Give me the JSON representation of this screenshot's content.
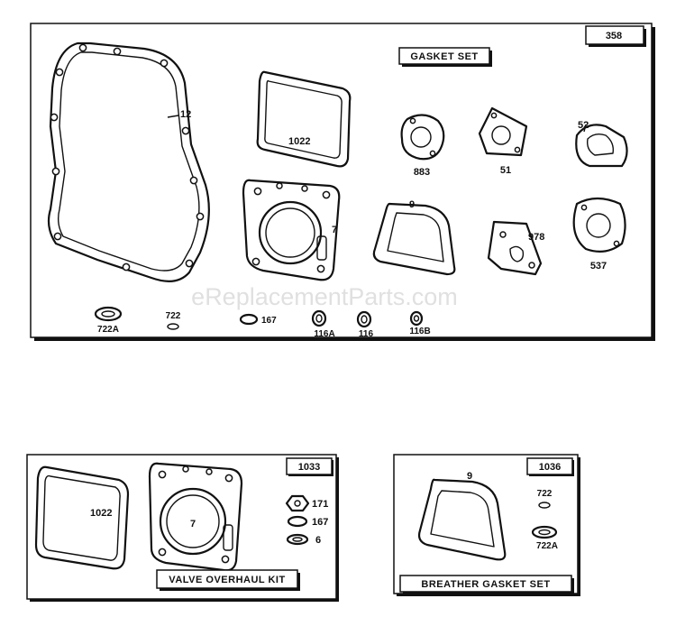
{
  "watermark": "eReplacementParts.com",
  "main_kit": {
    "number": "358",
    "title": "GASKET SET",
    "parts": {
      "p12": "12",
      "p1022": "1022",
      "p7": "7",
      "p883": "883",
      "p51": "51",
      "p52": "52",
      "p9": "9",
      "p978": "978",
      "p537": "537",
      "p722A": "722A",
      "p722": "722",
      "p167": "167",
      "p116A": "116A",
      "p116": "116",
      "p116B": "116B"
    }
  },
  "valve_kit": {
    "number": "1033",
    "title": "VALVE OVERHAUL KIT",
    "parts": {
      "p1022": "1022",
      "p7": "7",
      "p171": "171",
      "p167": "167",
      "p6": "6"
    }
  },
  "breather_kit": {
    "number": "1036",
    "title": "BREATHER GASKET SET",
    "parts": {
      "p9": "9",
      "p722": "722",
      "p722A": "722A"
    }
  }
}
